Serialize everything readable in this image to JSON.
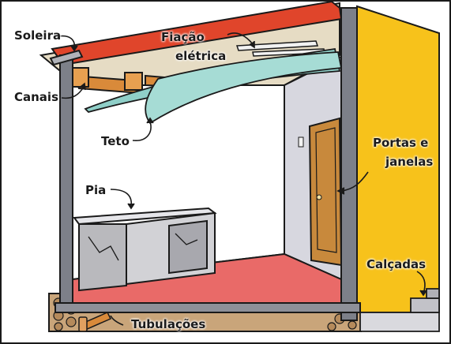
{
  "labels": {
    "soleira": "Soleira",
    "canais": "Canais",
    "fiacao_line1": "Fiação",
    "fiacao_line2": "elétrica",
    "teto": "Teto",
    "pia": "Pia",
    "portas_line1": "Portas e",
    "portas_line2": "janelas",
    "calcadas": "Calçadas",
    "tubulacoes": "Tubulações"
  },
  "colors": {
    "outline": "#1a1a1a",
    "roof_underside": "#e6dcc4",
    "roof_beam": "#e0452b",
    "gutter": "#d98a3a",
    "ceiling_sheet": "#8fcfc8",
    "wall_inner": "#ffffff",
    "wall_side": "#d7d7df",
    "floor": "#e96a68",
    "wall_front": "#f7c21b",
    "column": "#7d8089",
    "door": "#c8893c",
    "sink": "#b9b9bd",
    "ground": "#c9a57a"
  }
}
